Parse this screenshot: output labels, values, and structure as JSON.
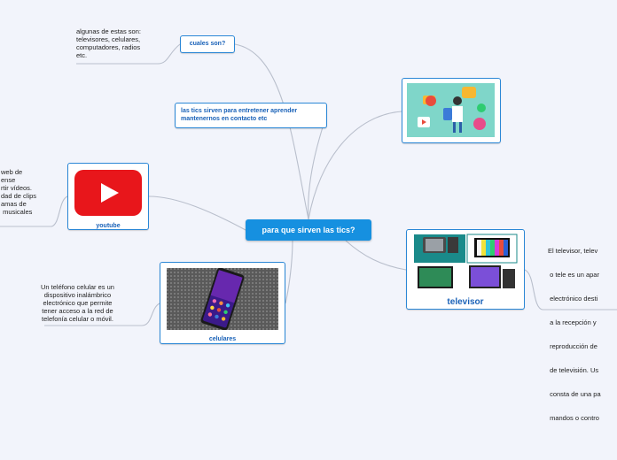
{
  "central": {
    "label": "para que sirven las tics?"
  },
  "topics": {
    "cuales": {
      "label": "cuales son?"
    },
    "entretener": {
      "label": "las tics sirven para entretener aprender mantenernos en contacto etc"
    },
    "youtube": {
      "label": "youtube"
    },
    "celulares": {
      "label": "celulares"
    },
    "televisor": {
      "label": "televisor"
    }
  },
  "notes": {
    "cuales": [
      "algunas de estas son:",
      "televisores, celulares,",
      "computadores, radios",
      "etc."
    ],
    "youtube": [
      "web de",
      "ense",
      "rtir vídeos.",
      "dad de clips",
      "amas de",
      " musicales"
    ],
    "celulares": [
      "Un teléfono celular es un",
      "dispositivo inalámbrico",
      "electrónico que permite",
      "tener acceso a la red de",
      "telefonía celular o móvil."
    ],
    "televisor": [
      "El televisor, telev",
      " o tele es un apar",
      " electrónico desti",
      " a la recepción y",
      " reproducción de",
      " de televisión. Us",
      " consta de una pa",
      " mandos o contro"
    ]
  },
  "colors": {
    "border": "#2a87d6",
    "central": "#1690e0",
    "label": "#1a62b8",
    "line": "#b9bfcc",
    "background": "#f2f4fb"
  },
  "icons": [
    "youtube-logo-icon",
    "play-icon"
  ]
}
